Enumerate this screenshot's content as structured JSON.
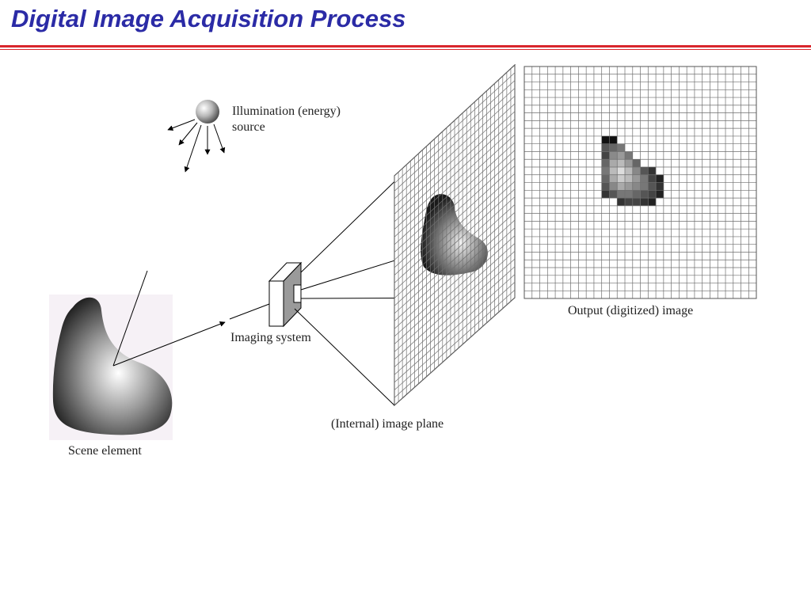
{
  "slide": {
    "title": "Digital Image Acquisition Process"
  },
  "diagram": {
    "labels": {
      "illumination_line1": "Illumination (energy)",
      "illumination_line2": "source",
      "imaging_system": "Imaging system",
      "image_plane": "(Internal) image plane",
      "output_image": "Output (digitized) image",
      "scene_element": "Scene element"
    },
    "colors": {
      "title": "#2b2ba6",
      "rule": "#d9262c",
      "grid": "#777777"
    }
  }
}
